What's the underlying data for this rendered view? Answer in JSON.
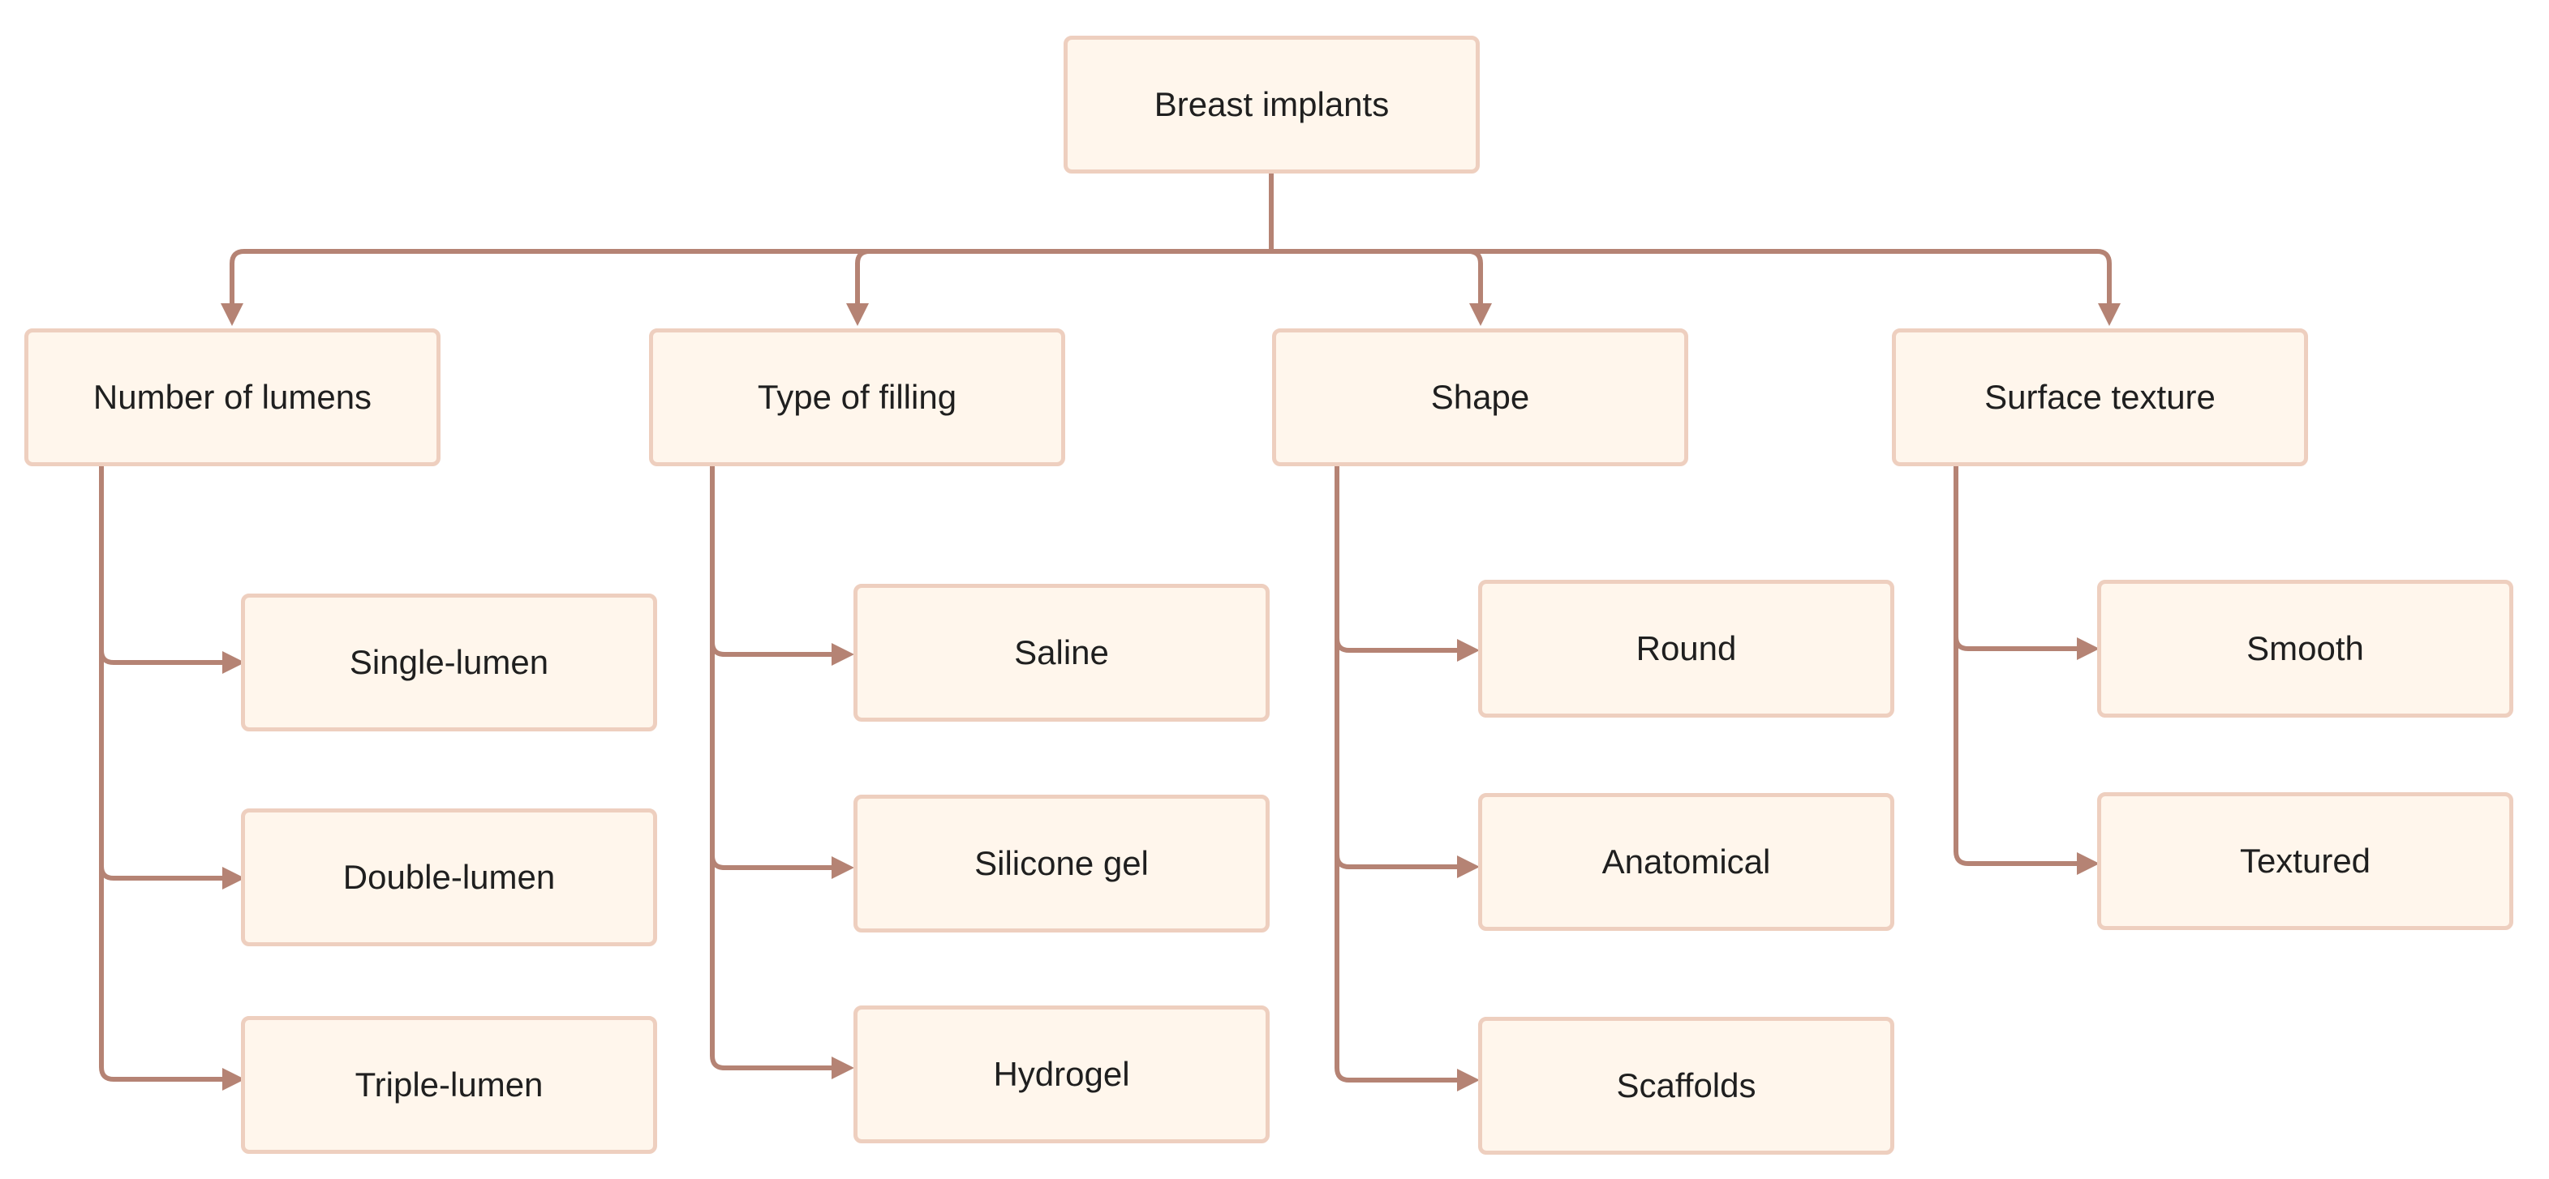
{
  "diagram": {
    "root": "Breast implants",
    "categories": [
      {
        "label": "Number of lumens",
        "items": [
          "Single-lumen",
          "Double-lumen",
          "Triple-lumen"
        ]
      },
      {
        "label": "Type of filling",
        "items": [
          "Saline",
          "Silicone gel",
          "Hydrogel"
        ]
      },
      {
        "label": "Shape",
        "items": [
          "Round",
          "Anatomical",
          "Scaffolds"
        ]
      },
      {
        "label": "Surface texture",
        "items": [
          "Smooth",
          "Textured"
        ]
      }
    ]
  },
  "colors": {
    "box_fill": "#fff6ec",
    "box_border": "#eecfbf",
    "connector": "#b58374",
    "text": "#1f1f1f"
  }
}
